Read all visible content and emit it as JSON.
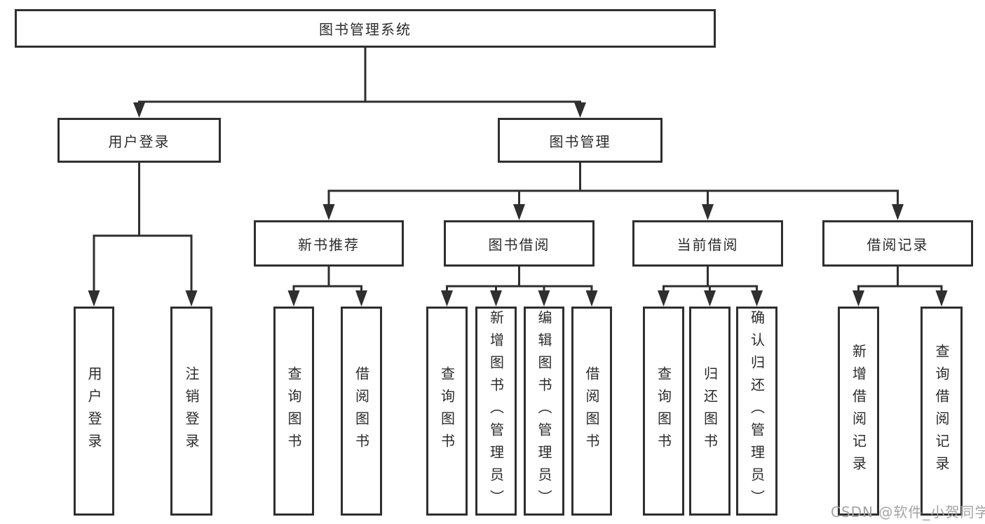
{
  "diagram": {
    "title": "图书管理系统",
    "root": {
      "label": "图书管理系统"
    },
    "level2": [
      {
        "label": "用户登录"
      },
      {
        "label": "图书管理"
      }
    ],
    "level3": [
      {
        "label": "新书推荐"
      },
      {
        "label": "图书借阅"
      },
      {
        "label": "当前借阅"
      },
      {
        "label": "借阅记录"
      }
    ],
    "leaves": {
      "user_login": [
        "用户登录",
        "注销登录"
      ],
      "new_book": [
        "查询图书",
        "借阅图书"
      ],
      "book_borrow": [
        "查询图书",
        "新增图书（管理员）",
        "编辑图书（管理员）",
        "借阅图书"
      ],
      "current_borrow": [
        "查询图书",
        "归还图书",
        "确认归还（管理员）"
      ],
      "borrow_record": [
        "新增借阅记录",
        "查询借阅记录"
      ]
    }
  },
  "colors": {
    "background": "#ffffff",
    "line": "#2f2f2f",
    "box_border": "#2f2f2f",
    "text": "#2b2b2b",
    "watermark": "#a3a3a3"
  },
  "watermark": {
    "text": "CSDN @软件_小贺同学"
  }
}
